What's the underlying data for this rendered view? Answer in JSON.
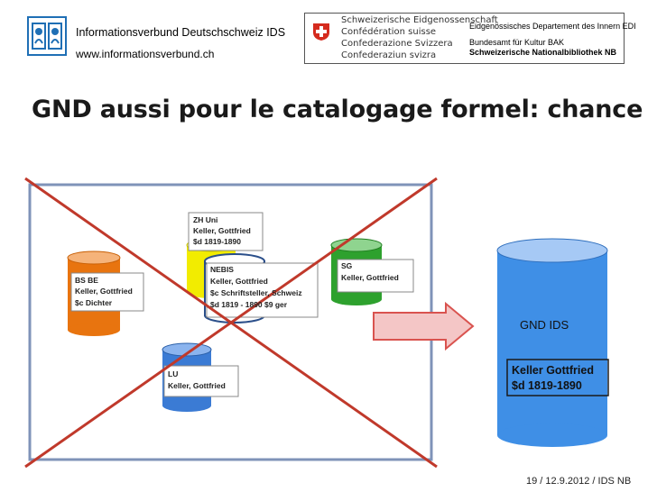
{
  "header": {
    "org_name": "Informationsverbund Deutschschweiz IDS",
    "org_url": "www.informationsverbund.ch",
    "federal_languages": [
      "Schweizerische Eidgenossenschaft",
      "Confédération suisse",
      "Confederazione Svizzera",
      "Confederaziun svizra"
    ],
    "department": "Eidgenössisches Departement des Innern EDI",
    "office": "Bundesamt für Kultur BAK",
    "library": "Schweizerische Nationalbibliothek NB"
  },
  "slide": {
    "title": "GND aussi pour le catalogage formel: chance"
  },
  "diagram": {
    "zh_label": [
      "ZH Uni",
      "Keller, Gottfried",
      "$d 1819-1890"
    ],
    "bsbe_label": [
      "BS BE",
      "Keller, Gottfried",
      "$c Dichter"
    ],
    "nebis_label": [
      "NEBIS",
      "Keller, Gottfried",
      "$c Schriftsteller, Schweiz",
      "$d 1819 - 1890 $9 ger"
    ],
    "sg_label": [
      "SG",
      "Keller, Gottfried"
    ],
    "lu_label": [
      "LU",
      "Keller, Gottfried"
    ],
    "gnd_title": "GND IDS",
    "gnd_label": [
      "Keller Gottfried",
      "$d 1819-1890"
    ]
  },
  "colors": {
    "bsbe": "#e8740f",
    "zh": "#f2ec00",
    "nebis": "#ffffff",
    "sg": "#2ea12e",
    "lu": "#3b7bd4",
    "gnd": "#3f8fe6",
    "cross": "#c0392b",
    "arrow_fill": "#f4c6c6",
    "arrow_stroke": "#d9534f",
    "frame": "#7f93b8"
  },
  "footer": {
    "page_info": "19 / 12.9.2012 / IDS NB"
  }
}
